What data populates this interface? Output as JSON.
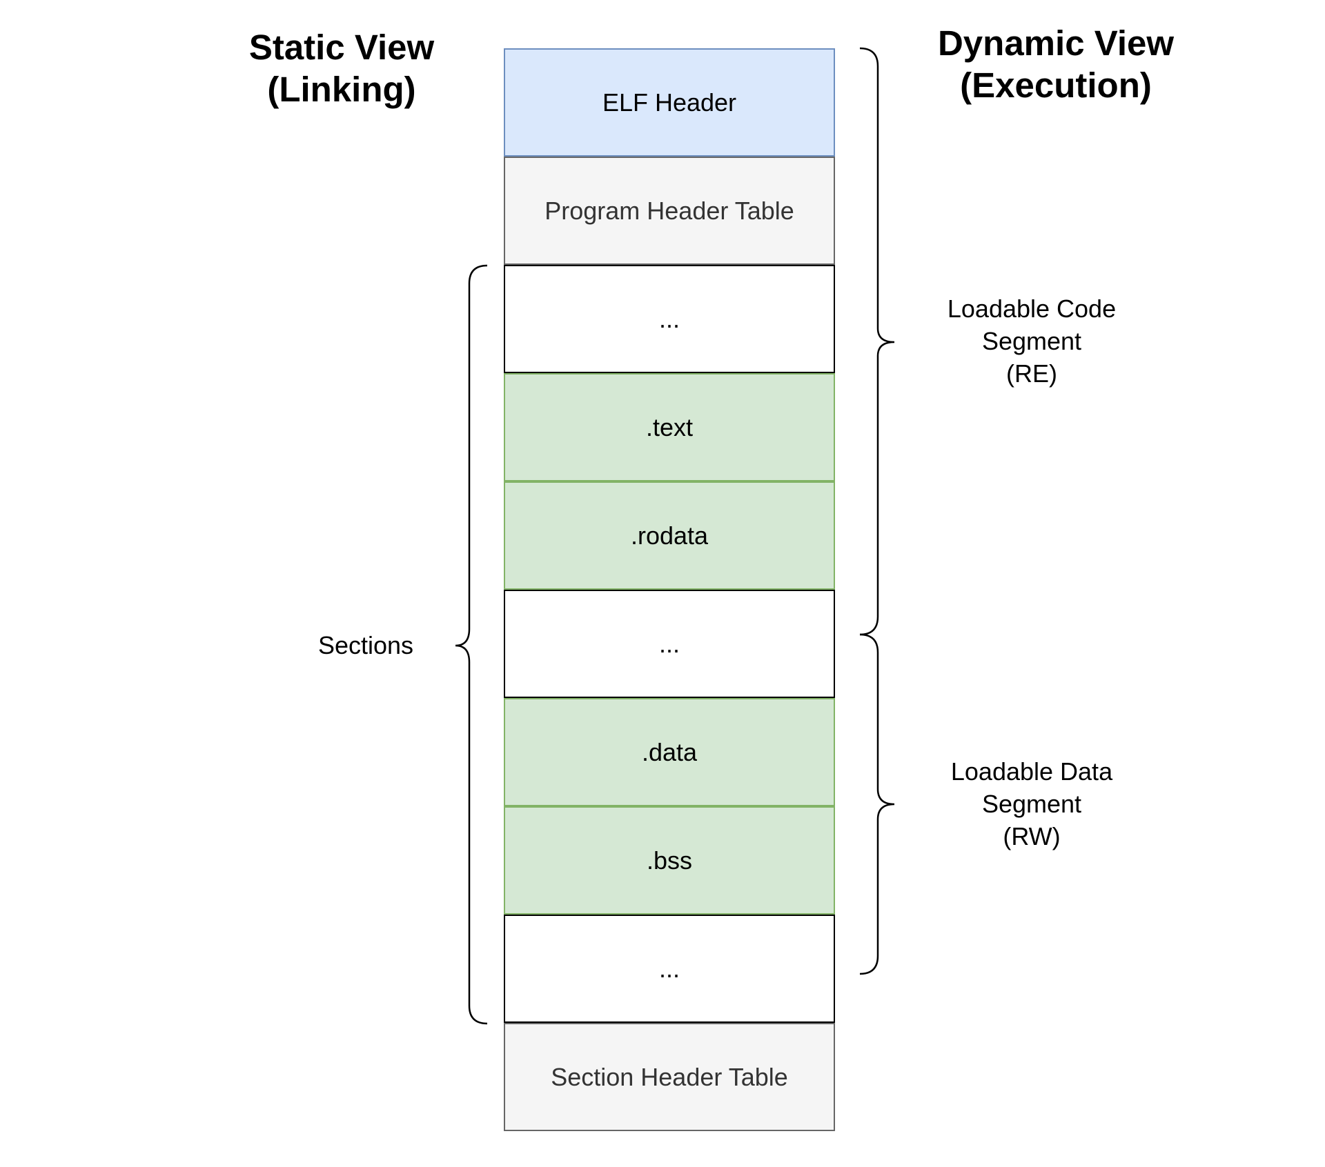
{
  "titles": {
    "static_line1": "Static View",
    "static_line2": "(Linking)",
    "dynamic_line1": "Dynamic View",
    "dynamic_line2": "(Execution)"
  },
  "blocks": [
    {
      "label": "ELF Header",
      "style": "blue"
    },
    {
      "label": "Program Header Table",
      "style": "gray"
    },
    {
      "label": "...",
      "style": "white"
    },
    {
      "label": ".text",
      "style": "green"
    },
    {
      "label": ".rodata",
      "style": "green"
    },
    {
      "label": "...",
      "style": "white"
    },
    {
      "label": ".data",
      "style": "green"
    },
    {
      "label": ".bss",
      "style": "green"
    },
    {
      "label": "...",
      "style": "white"
    },
    {
      "label": "Section Header Table",
      "style": "gray"
    }
  ],
  "labels": {
    "sections": "Sections",
    "code_segment": [
      "Loadable Code",
      "Segment",
      "(RE)"
    ],
    "data_segment": [
      "Loadable Data",
      "Segment",
      "(RW)"
    ]
  },
  "colors": {
    "header_fill": "#dae8fc",
    "header_stroke": "#6c8ebf",
    "table_fill": "#f5f5f5",
    "table_stroke": "#666666",
    "section_fill": "#d5e8d4",
    "section_stroke": "#82b366",
    "other_fill": "#ffffff",
    "other_stroke": "#000000"
  }
}
